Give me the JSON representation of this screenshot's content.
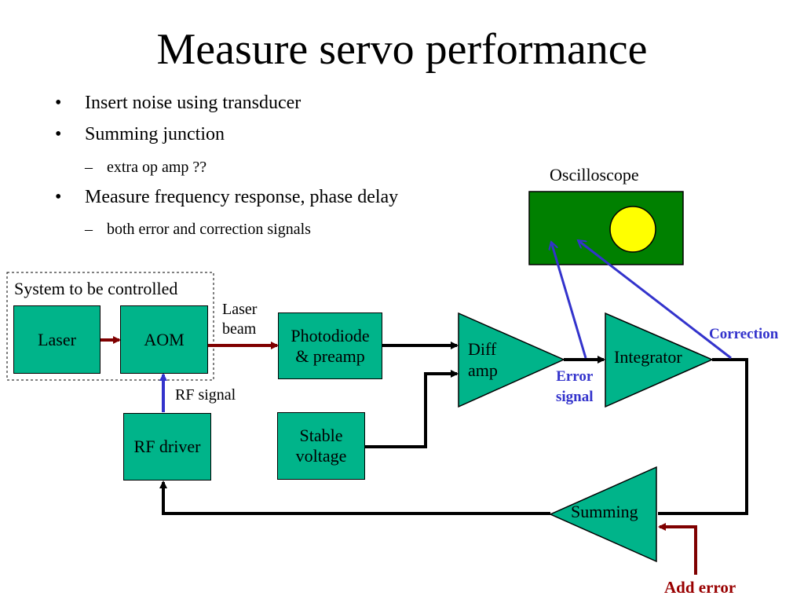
{
  "slide": {
    "title": "Measure servo performance"
  },
  "bullets": [
    {
      "text": "Insert noise using transducer",
      "sub": []
    },
    {
      "text": "Summing junction",
      "sub": [
        "extra op amp ??"
      ]
    },
    {
      "text": "Measure frequency response, phase delay",
      "sub": [
        "both error and correction signals"
      ]
    }
  ],
  "bullet_marker": "•",
  "sub_marker": "–",
  "diagram": {
    "system_group_label": "System to be controlled",
    "blocks": {
      "laser": "Laser",
      "aom": "AOM",
      "photodiode": "Photodiode\n& preamp",
      "rf_driver": "RF driver",
      "stable_voltage": "Stable\nvoltage"
    },
    "amplifiers": {
      "diff_amp": "Diff\namp",
      "integrator": "Integrator",
      "summing": "Summing"
    },
    "oscilloscope_label": "Oscilloscope",
    "labels": {
      "laser_beam": "Laser\nbeam",
      "rf_signal": "RF signal",
      "error_signal": "Error\nsignal",
      "correction": "Correction",
      "add_error": "Add error"
    },
    "colors": {
      "block_fill": "#00b48a",
      "scope_screen": "#008000",
      "scope_dot": "#ffff00",
      "beam_arrow": "#7f0000",
      "rf_arrow": "#3333cc",
      "probe_lines": "#3333cc",
      "label_blue": "#3333cc",
      "label_red": "#990000"
    }
  }
}
